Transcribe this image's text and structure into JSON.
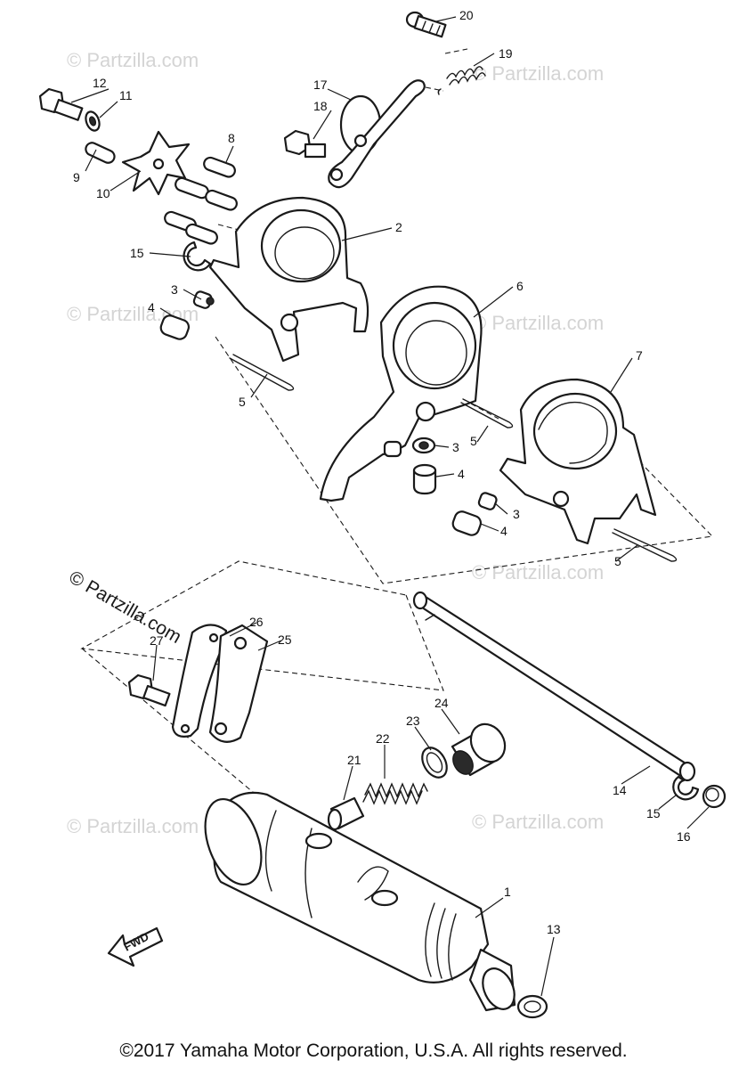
{
  "watermark": {
    "main": "© Partzilla.com",
    "faint": "© Partzilla.com"
  },
  "direction_badge": "FWD",
  "copyright": "©2017 Yamaha Motor Corporation, U.S.A. All rights reserved.",
  "callouts": {
    "c1": "1",
    "c2": "2",
    "c3a": "3",
    "c3b": "3",
    "c3c": "3",
    "c4a": "4",
    "c4b": "4",
    "c4c": "4",
    "c5a": "5",
    "c5b": "5",
    "c5c": "5",
    "c6": "6",
    "c7": "7",
    "c8": "8",
    "c9": "9",
    "c10": "10",
    "c11": "11",
    "c12": "12",
    "c13": "13",
    "c14": "14",
    "c15a": "15",
    "c15b": "15",
    "c16": "16",
    "c17": "17",
    "c18": "18",
    "c19": "19",
    "c20": "20",
    "c21": "21",
    "c22": "22",
    "c23": "23",
    "c24": "24",
    "c25": "25",
    "c26": "26",
    "c27": "27"
  }
}
